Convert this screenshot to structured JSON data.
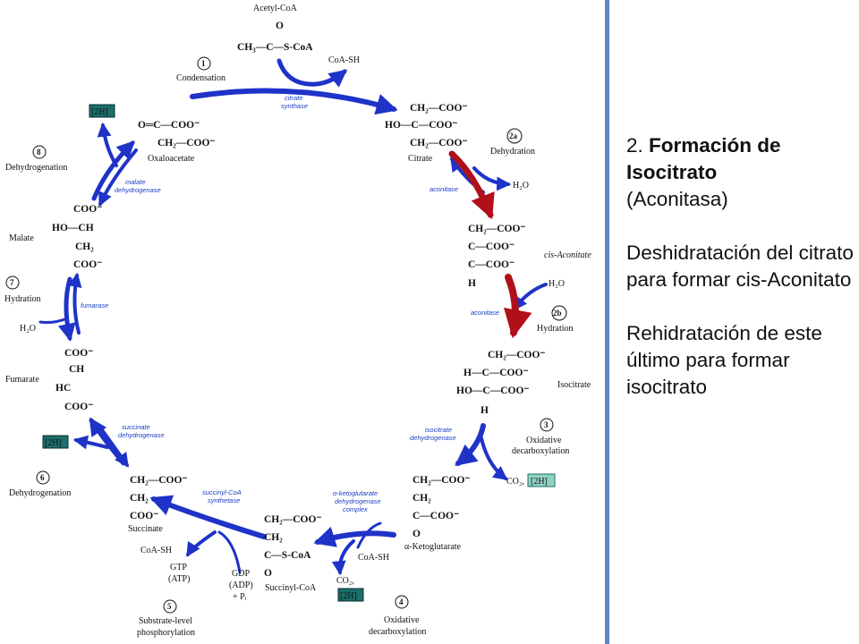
{
  "diagram": {
    "acetyl_coa_label": "Acetyl-CoA",
    "acetyl_coa_formula": "CH₃—C—S-CoA",
    "acetyl_coa_o": "O",
    "coash_top": "CoA-SH",
    "step1_num": "1",
    "step1_name": "Condensation",
    "enzyme_citrate_synthase_1": "citrate",
    "enzyme_citrate_synthase_2": "synthase",
    "citrate_l1": "CH₂—COO⁻",
    "citrate_l2": "HO—C—COO⁻",
    "citrate_l3": "CH₂—COO⁻",
    "citrate_name": "Citrate",
    "step2a_num": "2a",
    "step2a_name": "Dehydration",
    "h2o_out": "H₂O",
    "enzyme_aconitase_1": "aconitase",
    "cis_l1": "CH₂—COO⁻",
    "cis_l2": "C—COO⁻",
    "cis_l3": "C—COO⁻",
    "cis_l4": "H",
    "cis_name": "cis-Aconitate",
    "h2o_in": "H₂O",
    "enzyme_aconitase_2": "aconitase",
    "step2b_num": "2b",
    "step2b_name": "Hydration",
    "iso_l1": "CH₂—COO⁻",
    "iso_l2": "H—C—COO⁻",
    "iso_l3": "HO—C—COO⁻",
    "iso_l4": "H",
    "iso_name": "Isocitrate",
    "step3_num": "3",
    "step3_name_1": "Oxidative",
    "step3_name_2": "decarboxylation",
    "enzyme_idh_1": "isocitrate",
    "enzyme_idh_2": "dehydrogenase",
    "co2_3": "CO₂,",
    "h2_3": "[2H]",
    "akg_l1": "CH₂—COO⁻",
    "akg_l2": "CH₂",
    "akg_l3": "C—COO⁻",
    "akg_l4": "O",
    "akg_name": "α-Ketoglutarate",
    "coash_4": "CoA-SH",
    "enzyme_akgdh_1": "α-ketoglutarate",
    "enzyme_akgdh_2": "dehydrogenase",
    "enzyme_akgdh_3": "complex",
    "co2_4": "CO₂,",
    "h2_4": "[2H]",
    "step4_num": "4",
    "step4_name_1": "Oxidative",
    "step4_name_2": "decarboxylation",
    "scoa_l1": "CH₂—COO⁻",
    "scoa_l2": "CH₂",
    "scoa_l3": "C—S-CoA",
    "scoa_l4": "O",
    "scoa_name": "Succinyl-CoA",
    "enzyme_scs_1": "succinyl-CoA",
    "enzyme_scs_2": "synthetase",
    "gdp_1": "GDP",
    "gdp_2": "(ADP)",
    "gdp_3": "+ Pᵢ",
    "gtp_1": "GTP",
    "gtp_2": "(ATP)",
    "coash_5": "CoA-SH",
    "step5_num": "5",
    "step5_name_1": "Substrate-level",
    "step5_name_2": "phosphorylation",
    "succ_l1": "CH₂—COO⁻",
    "succ_l2": "CH₂",
    "succ_l3": "COO⁻",
    "succ_name": "Succinate",
    "step6_num": "6",
    "step6_name": "Dehydrogenation",
    "enzyme_sdh_1": "succinate",
    "enzyme_sdh_2": "dehydrogenase",
    "h2_6": "[2H]",
    "fum_l1": "COO⁻",
    "fum_l2": "CH",
    "fum_l3": "HC",
    "fum_l4": "COO⁻",
    "fum_name": "Fumarate",
    "step7_num": "7",
    "step7_name": "Hydration",
    "h2o_7": "H₂O",
    "enzyme_fumarase": "fumarase",
    "mal_l1": "COO⁻",
    "mal_l2": "HO—CH",
    "mal_l3": "CH₂",
    "mal_l4": "COO⁻",
    "mal_name": "Malate",
    "step8_num": "8",
    "step8_name": "Dehydrogenation",
    "enzyme_mdh_1": "malate",
    "enzyme_mdh_2": "dehydrogenase",
    "h2_8": "[2H]",
    "oaa_l1": "O═C—COO⁻",
    "oaa_l2": "CH₂—COO⁻",
    "oaa_name": "Oxaloacetate"
  },
  "side": {
    "title_prefix": "2. ",
    "title_bold": "Formación de Isocitrato",
    "enzyme": "(Aconitasa)",
    "p2": "Deshidratación del citrato para formar cis-Aconitato",
    "p3": "Rehidratación de este último para formar isocitrato"
  },
  "colors": {
    "arrow_blue": "#1f33c8",
    "arrow_red": "#b0101a",
    "divider": "#5b86c6",
    "enzyme_text": "#1a3fc4",
    "box_2h": "#1a6f6a"
  }
}
